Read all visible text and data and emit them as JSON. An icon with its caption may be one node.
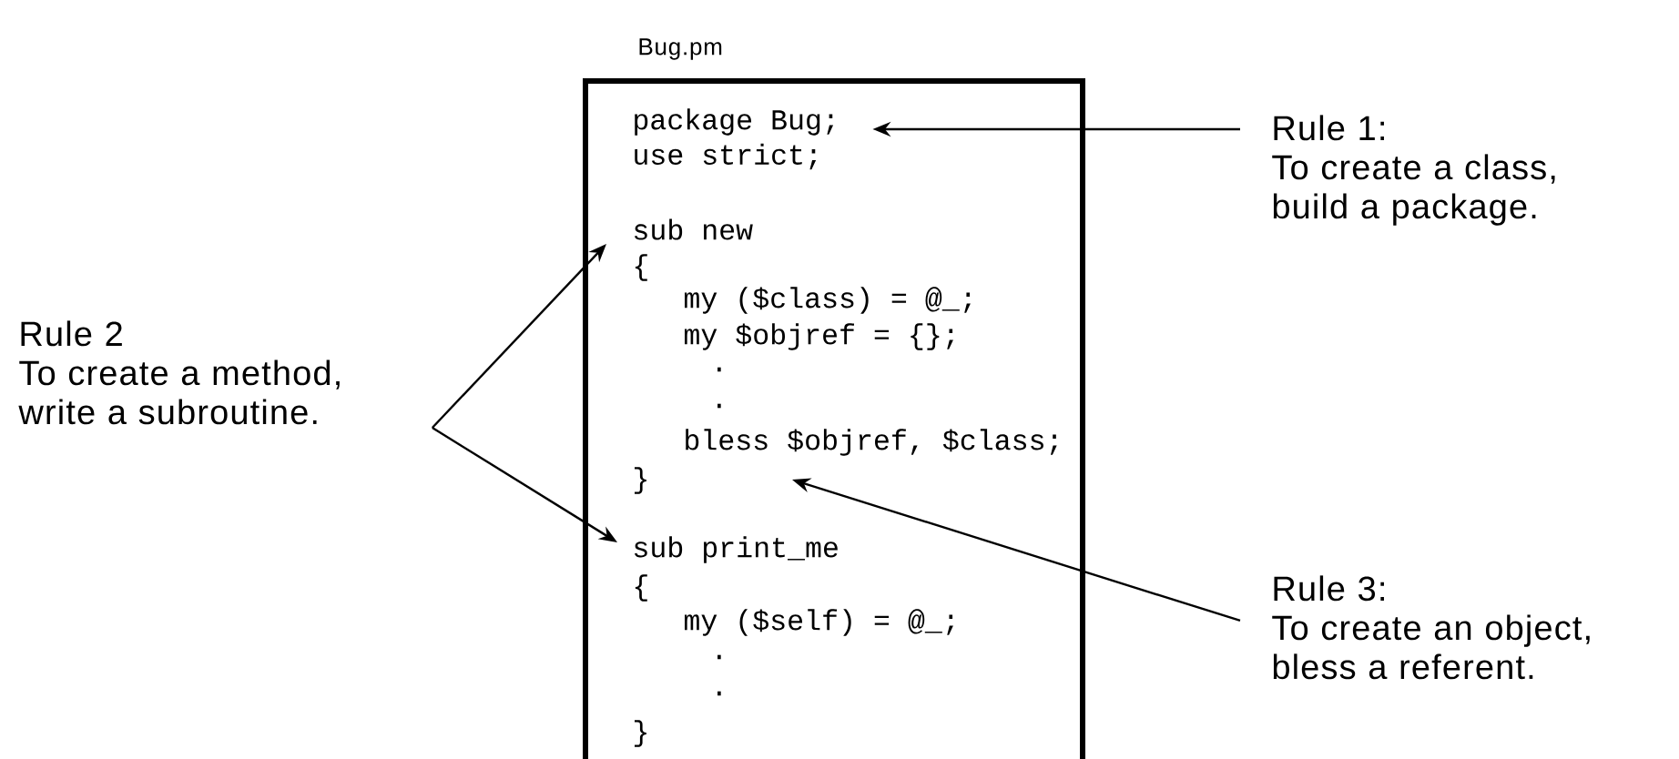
{
  "diagram": {
    "nodes": [
      {
        "text": [
          "Bug.pm"
        ]
      },
      {
        "text": [
          "package Bug;"
        ],
        "in": 0
      },
      {
        "text": [
          "sub new"
        ],
        "in": 0
      },
      {
        "text": [
          "bless $objref, $class;"
        ],
        "in": 0
      },
      {
        "text": [
          "sub print_me"
        ],
        "in": 0
      },
      {
        "text": [
          "Rule 1:",
          "To create a class, build a package."
        ]
      },
      {
        "text": [
          "Rule 2",
          "To create a method, write a subroutine."
        ]
      },
      {
        "text": [
          "Rule 3:",
          "To create an object, bless a referent."
        ]
      }
    ],
    "edges": [
      {
        "from": 5,
        "to": 1,
        "arrow": "to"
      },
      {
        "from": 6,
        "to": 2,
        "arrow": "to"
      },
      {
        "from": 6,
        "to": 4,
        "arrow": "to"
      },
      {
        "from": 7,
        "to": 3,
        "arrow": "to"
      }
    ],
    "labels": [
      "use strict;",
      "{",
      "my ($class) = @_;",
      "my $objref = {};",
      ".",
      ".",
      "}",
      "{",
      "my ($self) = @_;",
      ".",
      ".",
      "}"
    ]
  }
}
